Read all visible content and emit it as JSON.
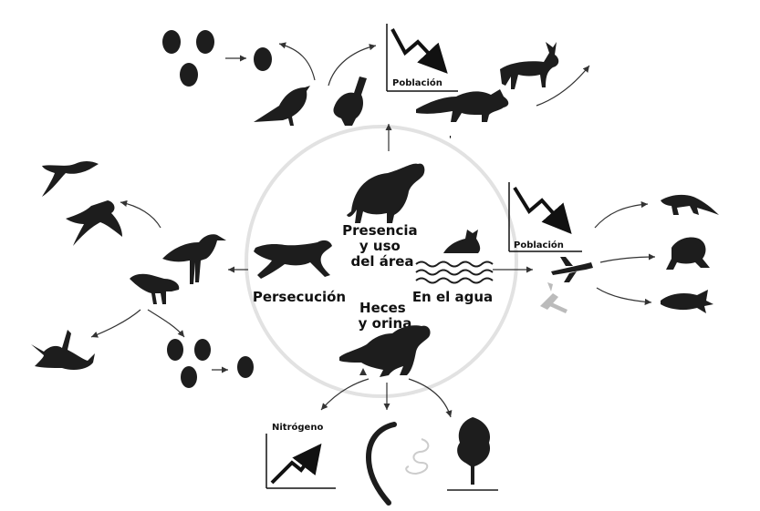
{
  "center": {
    "presence_label": [
      "Presencia",
      "y uso",
      "del área"
    ],
    "persecution_label": "Persecución",
    "water_label": "En el agua",
    "feces_label": [
      "Heces",
      "y orina"
    ]
  },
  "top_chart_label": "Población",
  "right_chart_label": "Población",
  "nitrogen_label": "Nitrógeno"
}
